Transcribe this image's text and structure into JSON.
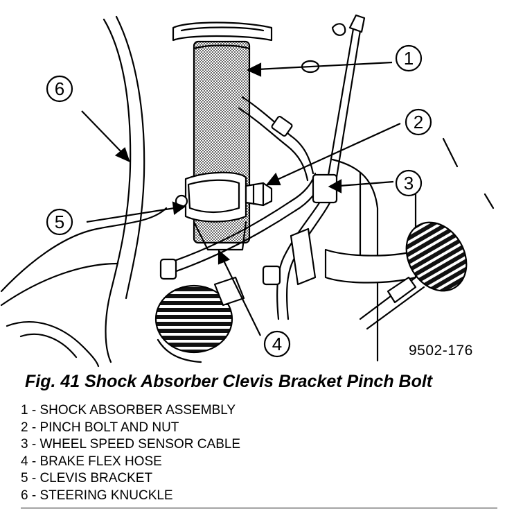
{
  "figure_id": "9502-176",
  "caption": "Fig. 41 Shock Absorber Clevis Bracket Pinch Bolt",
  "callouts": [
    "1",
    "2",
    "3",
    "4",
    "5",
    "6"
  ],
  "legend": [
    "1 - SHOCK ABSORBER ASSEMBLY",
    "2 - PINCH BOLT AND NUT",
    "3 - WHEEL SPEED SENSOR CABLE",
    "4 - BRAKE FLEX HOSE",
    "5 - CLEVIS BRACKET",
    "6 - STEERING KNUCKLE"
  ]
}
